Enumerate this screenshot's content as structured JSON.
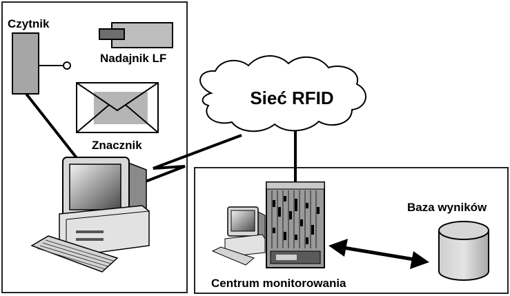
{
  "labels": {
    "reader": "Czytnik",
    "transmitter": "Nadajnik LF",
    "tag": "Znacznik",
    "network": "Sieć RFID",
    "database": "Baza wyników",
    "monitoring_center": "Centrum monitorowania"
  }
}
